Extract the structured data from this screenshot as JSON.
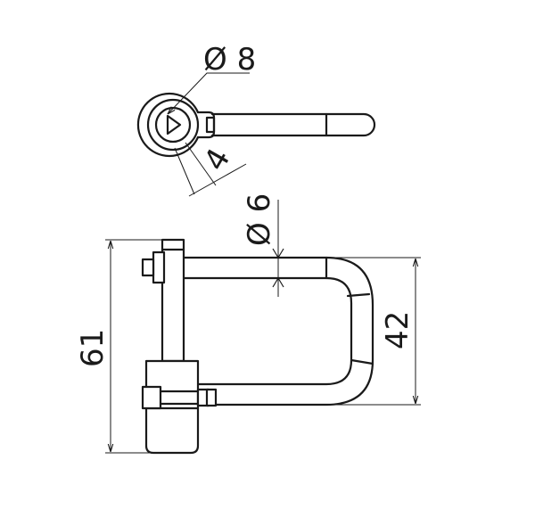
{
  "dimensions": {
    "top_view_diameter": "Ø 8",
    "top_view_width": "4",
    "pin_diameter": "Ø 6",
    "bow_height": "42",
    "overall_height": "61"
  }
}
